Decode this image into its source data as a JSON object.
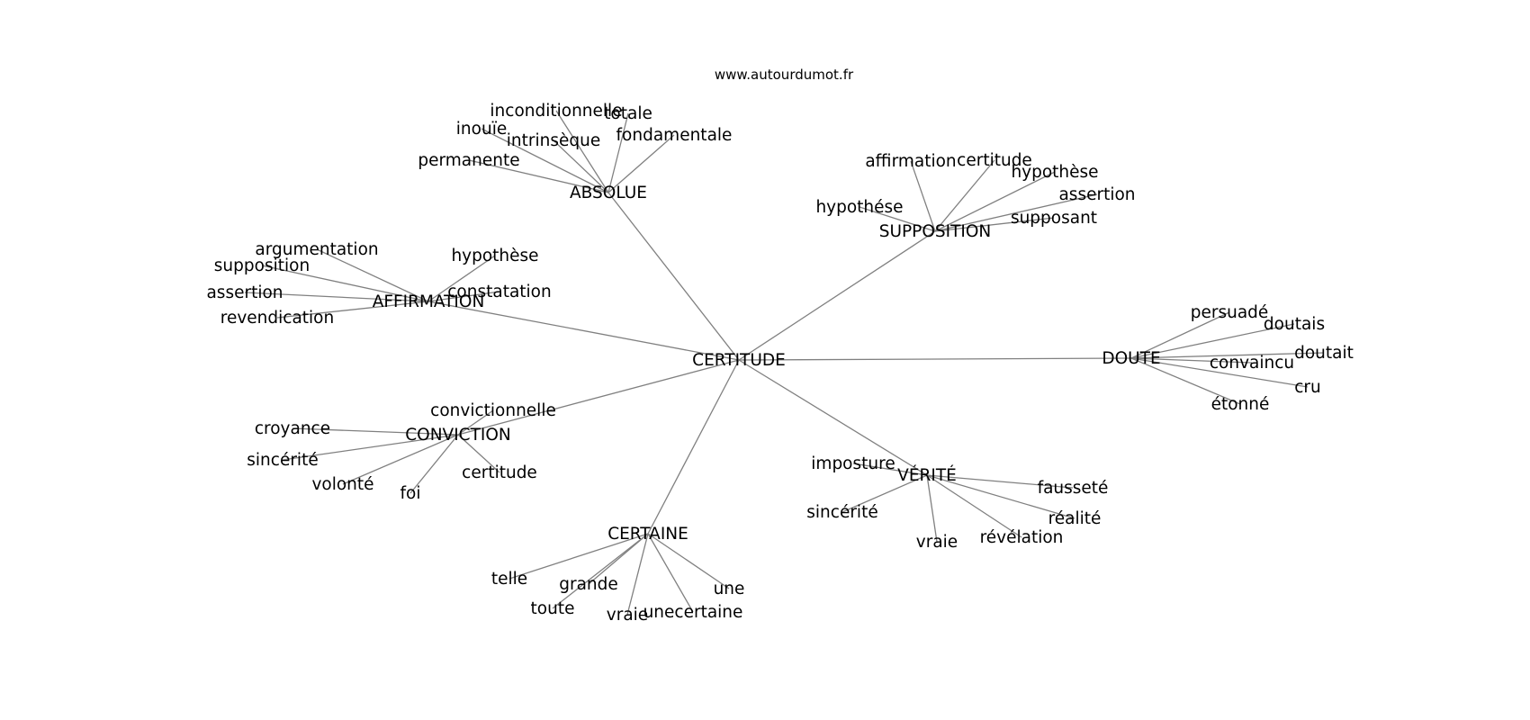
{
  "watermark": "www.autourdumot.fr",
  "colors": {
    "edge": "#808080",
    "text": "#000000",
    "background": "#ffffff"
  },
  "graph": {
    "center": "CERTITUDE",
    "clusters": [
      {
        "hub": "ABSOLUE",
        "leaves": [
          "inconditionnelle",
          "totale",
          "inouïe",
          "intrinsèque",
          "fondamentale",
          "permanente"
        ]
      },
      {
        "hub": "SUPPOSITION",
        "leaves": [
          "affirmation",
          "certitude",
          "hypothèse",
          "assertion",
          "hypothése",
          "supposant"
        ]
      },
      {
        "hub": "AFFIRMATION",
        "leaves": [
          "argumentation",
          "supposition",
          "hypothèse",
          "constatation",
          "assertion",
          "revendication"
        ]
      },
      {
        "hub": "DOUTE",
        "leaves": [
          "persuadé",
          "doutais",
          "doutait",
          "convaincu",
          "cru",
          "étonné"
        ]
      },
      {
        "hub": "CONVICTION",
        "leaves": [
          "convictionnelle",
          "croyance",
          "sincérité",
          "volonté",
          "foi",
          "certitude"
        ]
      },
      {
        "hub": "VÉRITÉ",
        "leaves": [
          "imposture",
          "fausseté",
          "sincérité",
          "réalité",
          "révélation",
          "vraie"
        ]
      },
      {
        "hub": "CERTAINE",
        "leaves": [
          "telle",
          "grande",
          "toute",
          "une",
          "vraie",
          "unecertaine"
        ]
      }
    ]
  }
}
